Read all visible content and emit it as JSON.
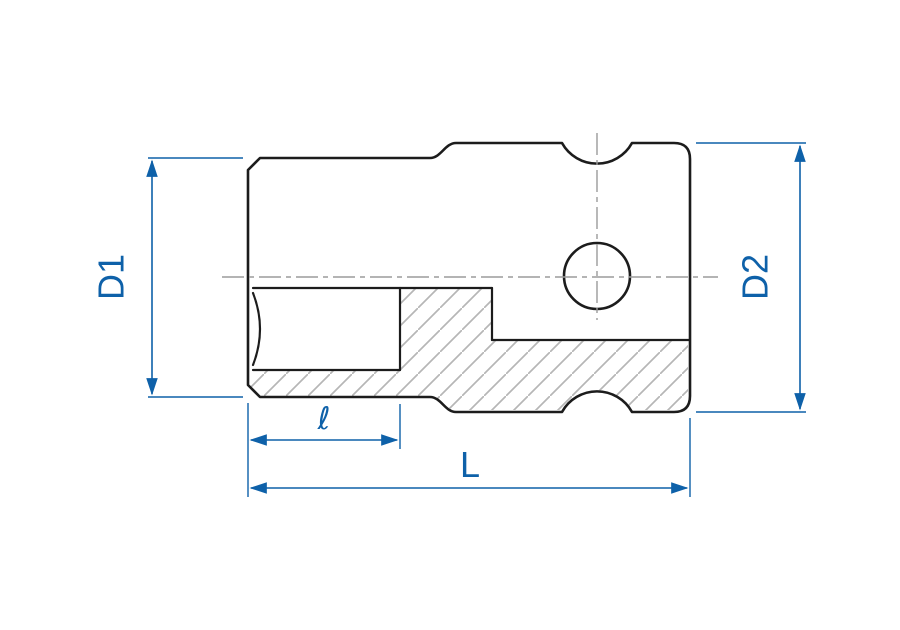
{
  "drawing": {
    "dimension_labels": {
      "d1": "D1",
      "d2": "D2",
      "hex_depth": "ℓ",
      "overall_length": "L"
    }
  },
  "colors": {
    "dimension": "#0e61a9",
    "outline": "#1c1c1c",
    "centerline": "#9b9b9b",
    "hatch": "#b6b6b6",
    "background": "#ffffff"
  }
}
